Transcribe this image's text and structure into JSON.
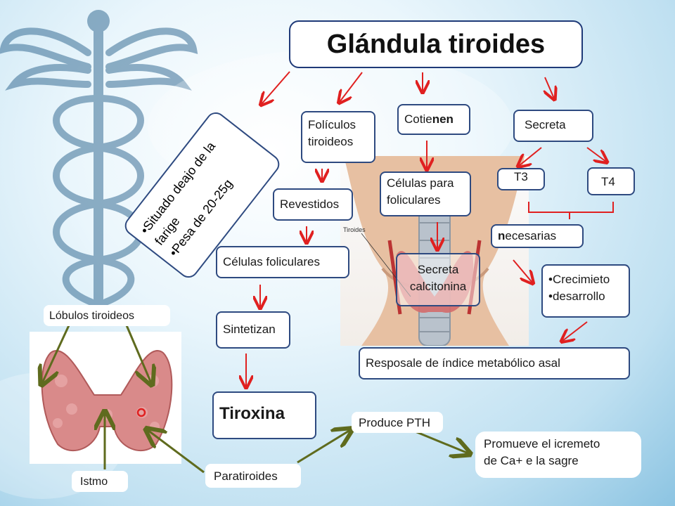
{
  "title": "Glándula tiroides",
  "location": {
    "line1": "•Situado deajo de la farige",
    "line2": "•Pesa de 20-25g"
  },
  "foliculos": {
    "line1": "Folículos",
    "line2": "tiroideos"
  },
  "revestidos": "Revestidos",
  "celulas_foliculares": "Células foliculares",
  "sintetizan": "Sintetizan",
  "tiroxina": "Tiroxina",
  "contienen": {
    "pre": "Cotie",
    "bold": "nen"
  },
  "parafoliculares": {
    "line1": "Células para",
    "line2": "foliculares"
  },
  "calcitonina": {
    "line1": "Secreta",
    "line2": "calcitonina"
  },
  "secreta": "Secreta",
  "t3": "T3",
  "t4": "T4",
  "necesarias": {
    "bold": "n",
    "rest": "ecesarias"
  },
  "crecimiento": {
    "line1": "•Crecimieto",
    "line2": "•desarrollo"
  },
  "metabolico": "Resposale de índice metabólico asal",
  "lobulos": "Lóbulos tiroideos",
  "istmo": "Istmo",
  "paratiroides": "Paratiroides",
  "produce_pth": "Produce PTH",
  "promueve": {
    "line1": "Promueve el icremeto",
    "line2": "de Ca+ e la sagre"
  },
  "neck_label": "Tiroides",
  "colors": {
    "border": "#2e4a80",
    "arrow_red": "#e02020",
    "arrow_green": "#5f6b1e",
    "thyroid": "#d98a8a"
  }
}
